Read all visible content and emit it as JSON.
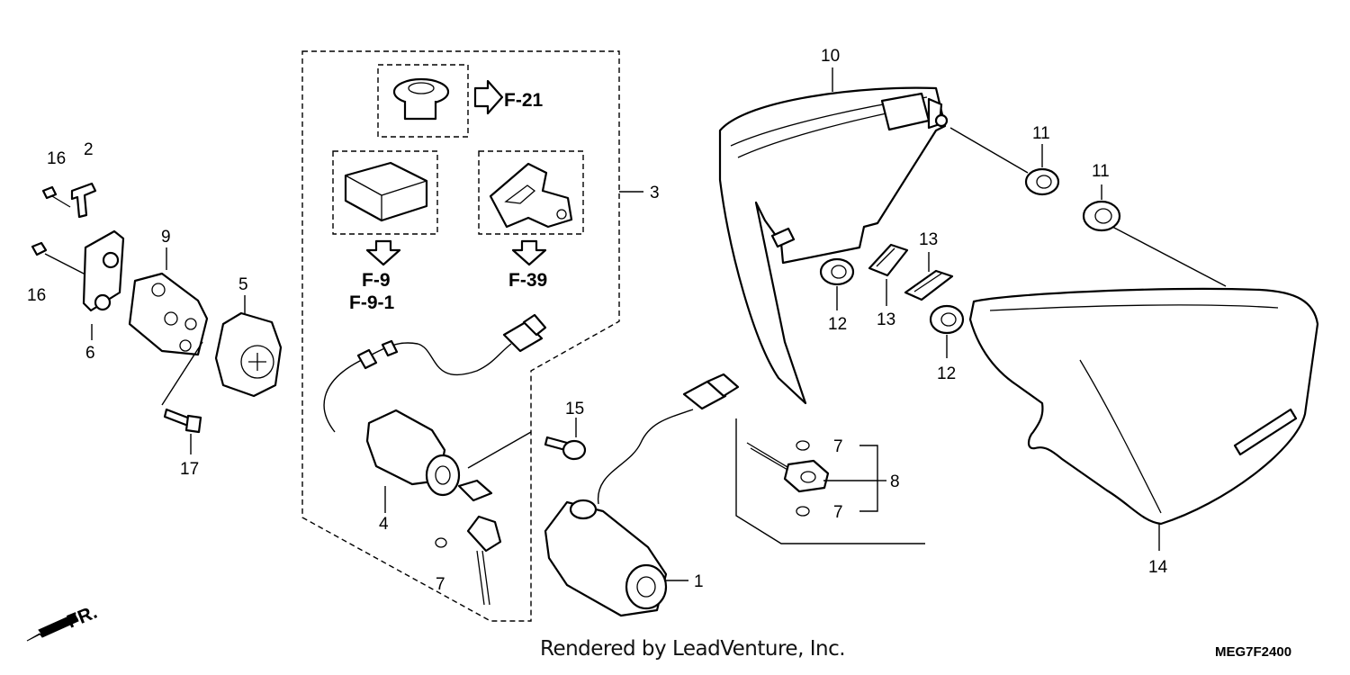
{
  "callouts": {
    "c1": "1",
    "c2": "2",
    "c3": "3",
    "c4": "4",
    "c5": "5",
    "c6": "6",
    "c7": "7",
    "c8": "8",
    "c9": "9",
    "c10": "10",
    "c11": "11",
    "c12": "12",
    "c13": "13",
    "c14": "14",
    "c15": "15",
    "c16": "16",
    "c17": "17"
  },
  "references": {
    "f21": "F-21",
    "f9": "F-9",
    "f91": "F-9-1",
    "f39": "F-39"
  },
  "direction": "FR.",
  "footer": "Rendered by LeadVenture, Inc.",
  "diagram_code": "MEG7F2400"
}
